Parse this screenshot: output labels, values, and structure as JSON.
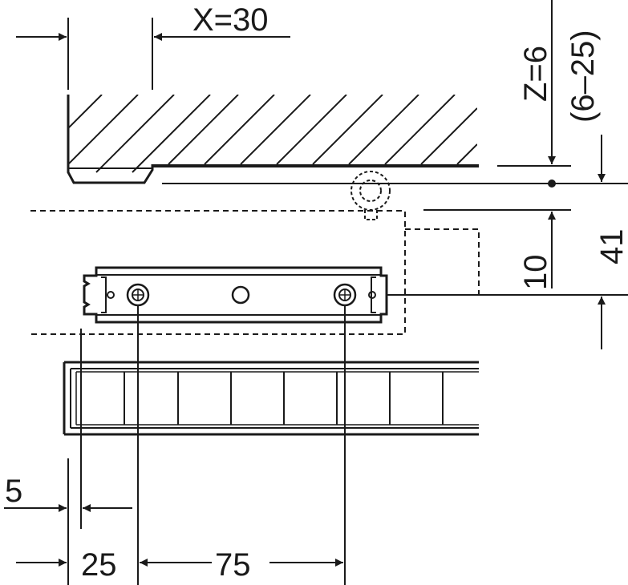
{
  "dimensions": {
    "x_label": "X=30",
    "z_label": "Z=6",
    "z_range_label": "(6–25)",
    "height_10": "10",
    "height_41": "41",
    "offset_5": "5",
    "offset_25": "25",
    "spacing_75": "75"
  }
}
